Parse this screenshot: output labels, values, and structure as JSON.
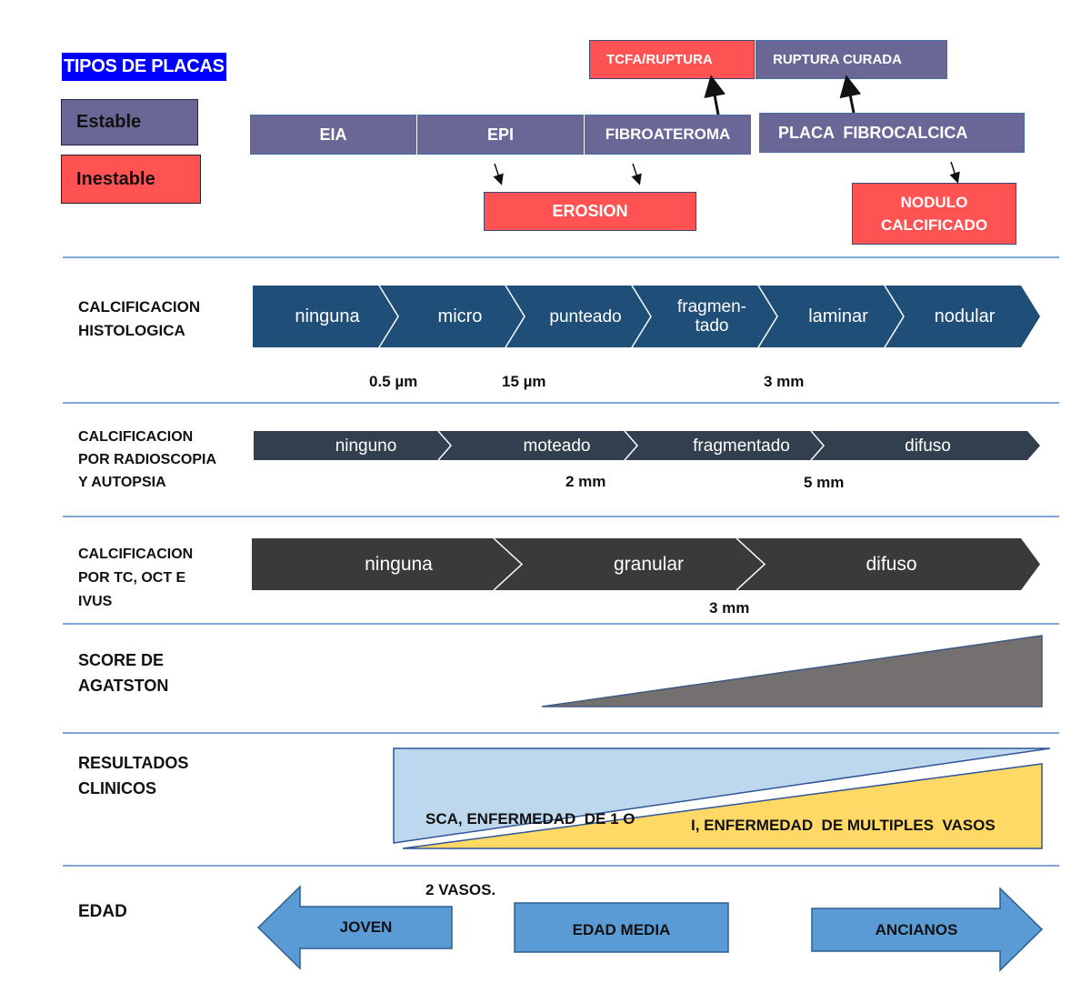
{
  "legend": {
    "title": "TIPOS DE PLACAS",
    "stable": "Estable",
    "unstable": "Inestable"
  },
  "plaques": {
    "eia": "EIA",
    "epi": "EPI",
    "fibroateroma": "FIBROATEROMA",
    "placa_fibrocalcica": "PLACA  FIBROCALCICA",
    "tcfa": "TCFA/RUPTURA",
    "ruptura_curada": "RUPTURA CURADA",
    "erosion": "EROSION",
    "nodulo_line1": "NODULO",
    "nodulo_line2": "CALCIFICADO"
  },
  "rows": {
    "histologica": {
      "label_line1": "CALCIFICACION",
      "label_line2": "HISTOLOGICA",
      "stages": [
        "ninguna",
        "micro",
        "punteado",
        "fragmen-",
        "tado",
        "laminar",
        "nodular"
      ],
      "measures": [
        "0.5 µm",
        "15 µm",
        "3 mm"
      ]
    },
    "radioscopia": {
      "label_line1": "CALCIFICACION",
      "label_line2": "POR RADIOSCOPIA",
      "label_line3": "Y AUTOPSIA",
      "stages": [
        "ninguno",
        "moteado",
        "fragmentado",
        "difuso"
      ],
      "measures": [
        "2 mm",
        "5 mm"
      ]
    },
    "tc": {
      "label_line1": "CALCIFICACION",
      "label_line2": "POR TC, OCT E",
      "label_line3": "IVUS",
      "stages": [
        "ninguna",
        "granular",
        "difuso"
      ],
      "measures": [
        "3 mm"
      ]
    },
    "agatston": {
      "label_line1": "SCORE DE",
      "label_line2": "AGATSTON"
    },
    "clinicos": {
      "label_line1": "RESULTADOS",
      "label_line2": "CLINICOS",
      "upper_line1": "SCA, ENFERMEDAD  DE 1 O",
      "upper_line2": "2 VASOS.",
      "lower": "I, ENFERMEDAD  DE MULTIPLES  VASOS"
    },
    "edad": {
      "label": "EDAD",
      "young": "JOVEN",
      "middle": "EDAD MEDIA",
      "old": "ANCIANOS"
    }
  },
  "colors": {
    "stable": "#6a6796",
    "unstable": "#ff5353",
    "histologica": "#1f4e79",
    "radioscopia": "#323f4f",
    "tc": "#3a3a3a",
    "agatston": "#757070",
    "clin_upper": "#bdd7ee",
    "clin_lower": "#ffd966",
    "edad": "#5b9bd5"
  }
}
